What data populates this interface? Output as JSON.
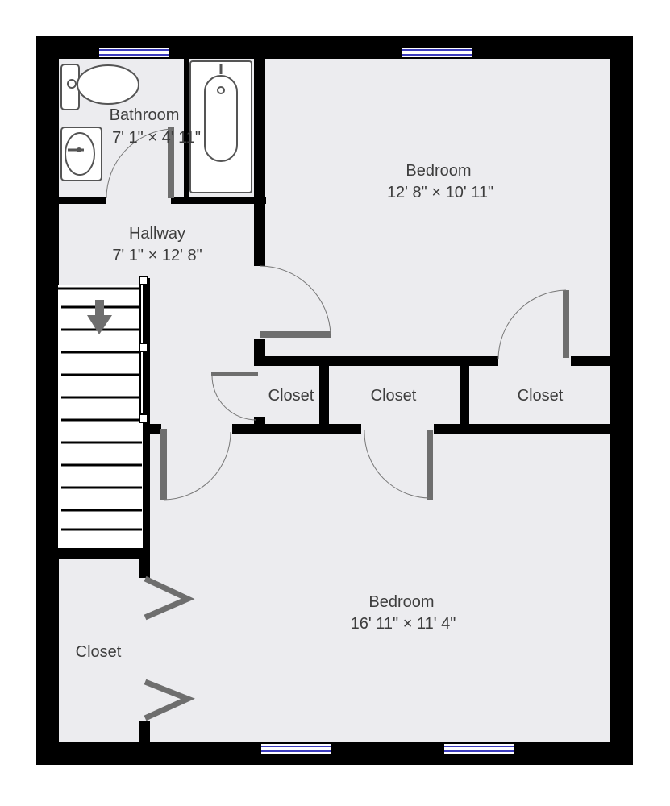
{
  "rooms": {
    "bathroom": {
      "name": "Bathroom",
      "dims": "7' 1\" × 4' 11\""
    },
    "hallway": {
      "name": "Hallway",
      "dims": "7' 1\" × 12' 8\""
    },
    "bedroom_top": {
      "name": "Bedroom",
      "dims": "12' 8\" × 10' 11\""
    },
    "closet_small": {
      "name": "Closet"
    },
    "closet_mid": {
      "name": "Closet"
    },
    "closet_right": {
      "name": "Closet"
    },
    "bedroom_bottom": {
      "name": "Bedroom",
      "dims": "16' 11\" × 11' 4\""
    },
    "closet_left": {
      "name": "Closet"
    }
  },
  "colors": {
    "floor": "#ececef",
    "wall": "#000000",
    "window": "#3b3bbd",
    "door": "#6e6e6e",
    "text": "#3d3d3d"
  },
  "icons": [
    "toilet-icon",
    "sink-icon",
    "bathtub-icon",
    "stairs-down-arrow-icon"
  ]
}
